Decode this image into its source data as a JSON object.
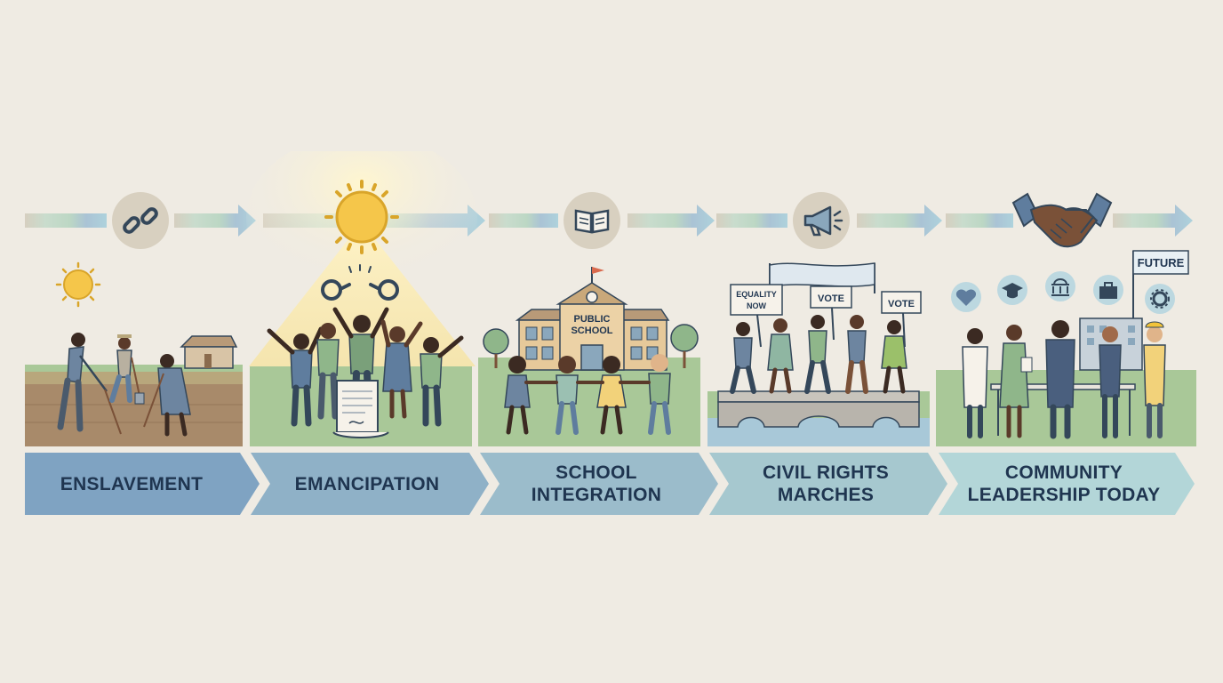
{
  "stages": [
    {
      "label": "ENSLAVEMENT",
      "icon": "broken-chain-icon",
      "color": "#7fa3c2"
    },
    {
      "label": "EMANCIPATION",
      "icon": "sun-icon",
      "color": "#8fb1c7"
    },
    {
      "label": "SCHOOL\nINTEGRATION",
      "icon": "book-icon",
      "color": "#9bbccb"
    },
    {
      "label": "CIVIL RIGHTS\nMARCHES",
      "icon": "megaphone-icon",
      "color": "#a6c8cf"
    },
    {
      "label": "COMMUNITY\nLEADERSHIP TODAY",
      "icon": "handshake-icon",
      "color": "#b3d6d8"
    }
  ],
  "scenes": {
    "school_sign": [
      "PUBLIC",
      "SCHOOL"
    ],
    "march_signs": [
      "EQUALITY",
      "NOW",
      "VOTE",
      "VOTE"
    ],
    "future_flag": "FUTURE"
  },
  "colors": {
    "background": "#efebe3",
    "arrow_tan": "#d8d1c3",
    "arrow_blue": "#a9c4d6",
    "arrow_green": "#bcd8c6",
    "grass": "#a9c898",
    "outline": "#34475a"
  }
}
